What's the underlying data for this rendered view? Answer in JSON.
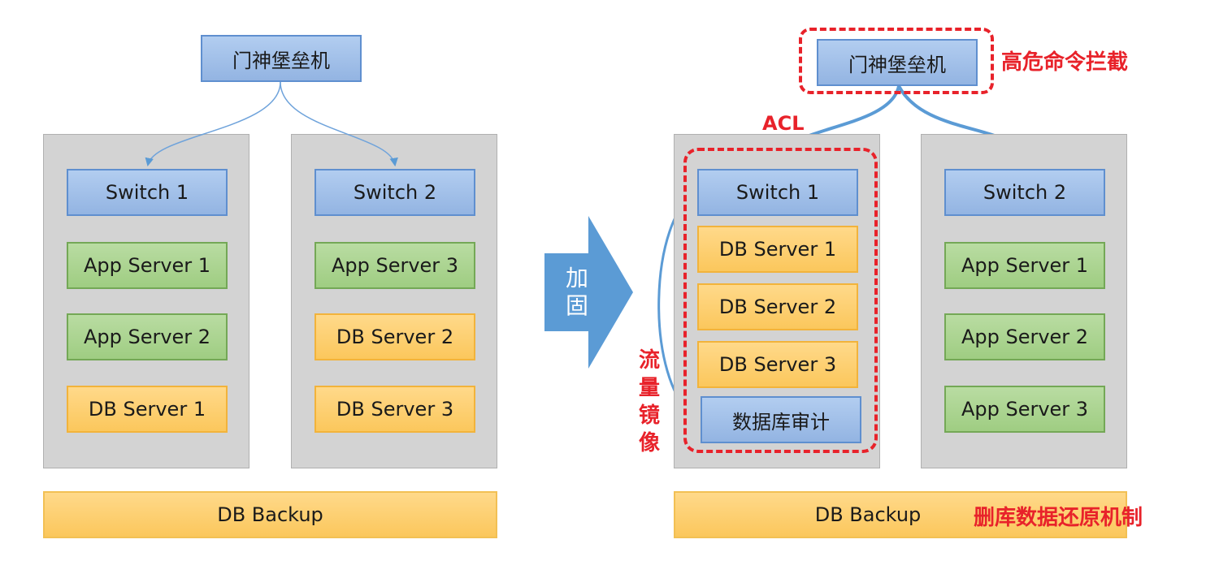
{
  "left": {
    "bastion": "门神堡垒机",
    "rack1": [
      "Switch 1",
      "App Server 1",
      "App Server 2",
      "DB Server 1"
    ],
    "rack2": [
      "Switch 2",
      "App Server 3",
      "DB Server 2",
      "DB Server 3"
    ],
    "backup": "DB Backup"
  },
  "arrow_label": "加固",
  "right": {
    "bastion": "门神堡垒机",
    "bastion_note": "高危命令拦截",
    "acl": "ACL",
    "mirror_note": "流量镜像",
    "rack1": [
      "Switch 1",
      "DB Server 1",
      "DB Server 2",
      "DB Server 3",
      "数据库审计"
    ],
    "rack2": [
      "Switch 2",
      "App Server 1",
      "App Server 2",
      "App Server 3"
    ],
    "backup": "DB Backup",
    "backup_note": "删库数据还原机制"
  },
  "colors": {
    "switch": "#9dbde8",
    "app": "#a9d58e",
    "db": "#fdd06e",
    "rack": "#d3d3d3",
    "highlight": "#e8222a",
    "arrow": "#5b9bd5"
  }
}
